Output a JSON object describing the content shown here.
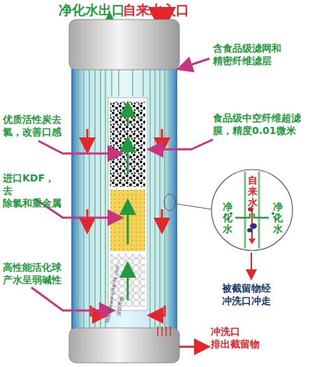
{
  "diagram": {
    "nodes": [
      {
        "text": [
          "自来水",
          "净化水",
          "净化水"
        ]
      }
    ],
    "labels": [
      "净化水出口",
      "自来水入口",
      "含食品级滤网和 精密纤维滤层",
      "优质活性炭去 氯，改善口感",
      "食品级中空纤维超滤 膜，精度0.01微米",
      "进口KDF，去 除氯和重金属",
      "高性能活化球 产水呈弱碱性",
      "被截留物经 冲洗口冲走",
      "冲洗口 排出截留物",
      "深圳市德",
      "http://www.szkanfe.com"
    ]
  }
}
